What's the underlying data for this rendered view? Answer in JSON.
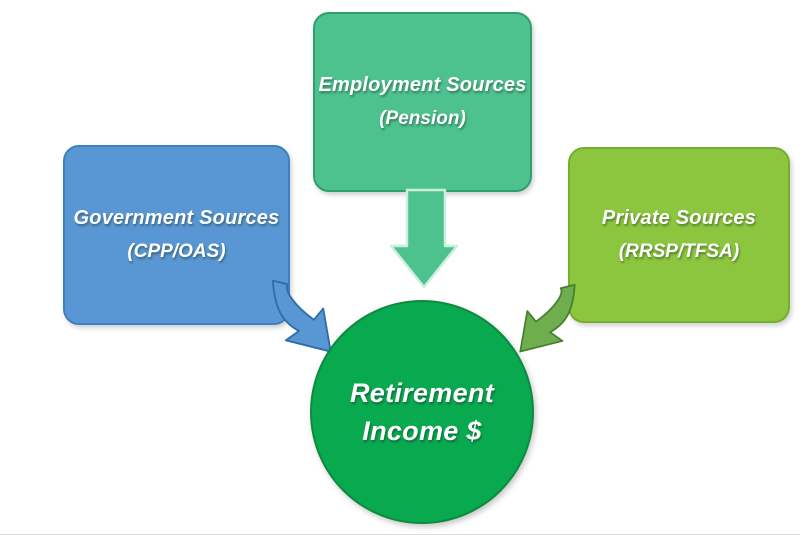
{
  "nodes": {
    "government": {
      "title": "Government Sources",
      "subtitle": "(CPP/OAS)",
      "fill": "#5997d4",
      "border": "#3e7fc1"
    },
    "employment": {
      "title": "Employment Sources",
      "subtitle": "(Pension)",
      "fill": "#4dc28e",
      "border": "#2f9e70"
    },
    "private": {
      "title": "Private Sources",
      "subtitle": "(RRSP/TFSA)",
      "fill": "#8cc63e",
      "border": "#76ad2e"
    },
    "center": {
      "title": "Retirement",
      "subtitle": "Income $",
      "fill": "#09a94f",
      "border": "#0c8a3e"
    }
  },
  "arrows": {
    "employment_to_center": {
      "direction": "down",
      "fill": "#4dc28e",
      "stroke": "#cdeedd"
    },
    "government_to_center": {
      "direction": "down-right",
      "fill": "#5997d4",
      "stroke": "#2f6cab"
    },
    "private_to_center": {
      "direction": "down-left",
      "fill": "#6fae4e",
      "stroke": "#467f2d"
    }
  },
  "canvas": {
    "background": "#ffffff",
    "bottom_line_color": "#c9c9c9"
  }
}
